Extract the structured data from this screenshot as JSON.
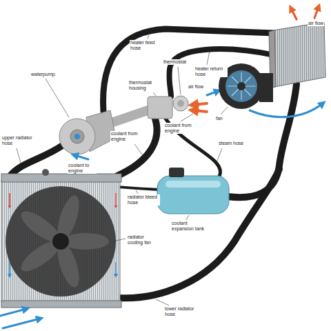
{
  "diagram": {
    "labels": [
      "air flow",
      "heater feed hose",
      "thermostat",
      "heater return hose",
      "waterpump",
      "thermostat housing",
      "air flow",
      "fan",
      "coolant from engine",
      "upper radiator hose",
      "coolant from engine",
      "steam hose",
      "coolant to engine",
      "radiator bleed hose",
      "coolant expansion tank",
      "radiator cooling fan",
      "lower radiator hose"
    ]
  }
}
